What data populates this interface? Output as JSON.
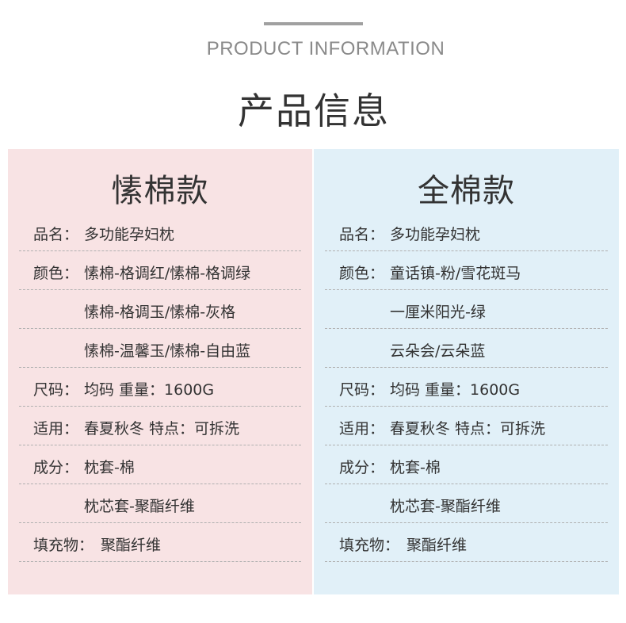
{
  "header": {
    "subtitle_en": "PRODUCT INFORMATION",
    "title_cn": "产品信息"
  },
  "panels": [
    {
      "title": "愫棉款",
      "rows": [
        {
          "key": "品名：",
          "value": "多功能孕妇枕"
        },
        {
          "key": "颜色：",
          "value": "愫棉-格调红/愫棉-格调绿"
        },
        {
          "key": "",
          "value": "愫棉-格调玉/愫棉-灰格"
        },
        {
          "key": "",
          "value": "愫棉-温馨玉/愫棉-自由蓝"
        },
        {
          "key": "尺码：",
          "value": "均码    重量：1600G"
        },
        {
          "key": "适用：",
          "value": "春夏秋冬    特点：可拆洗"
        },
        {
          "key": "成分：",
          "value": "枕套-棉"
        },
        {
          "key": "",
          "value": "枕芯套-聚酯纤维"
        },
        {
          "key": "填充物：",
          "value": "聚酯纤维"
        }
      ]
    },
    {
      "title": "全棉款",
      "rows": [
        {
          "key": "品名：",
          "value": "多功能孕妇枕"
        },
        {
          "key": "颜色：",
          "value": "童话镇-粉/雪花斑马"
        },
        {
          "key": "",
          "value": "一厘米阳光-绿"
        },
        {
          "key": "",
          "value": "云朵会/云朵蓝"
        },
        {
          "key": "尺码：",
          "value": "均码    重量：1600G"
        },
        {
          "key": "适用：",
          "value": "春夏秋冬    特点：可拆洗"
        },
        {
          "key": "成分：",
          "value": "枕套-棉"
        },
        {
          "key": "",
          "value": "枕芯套-聚酯纤维"
        },
        {
          "key": "填充物：",
          "value": "聚酯纤维"
        }
      ]
    }
  ]
}
